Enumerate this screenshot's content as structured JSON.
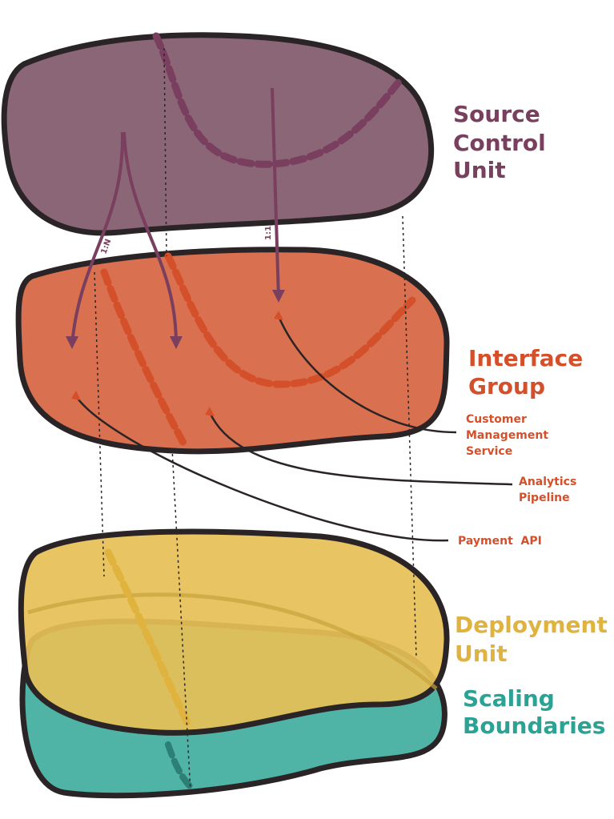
{
  "layers": {
    "source_control": {
      "title_lines": [
        "Source",
        "Control",
        "Unit"
      ],
      "color": "#7a3f5e",
      "fill": "#8a6677"
    },
    "interface_group": {
      "title_lines": [
        "Interface",
        "Group"
      ],
      "color": "#d4502b",
      "fill": "#d9704f"
    },
    "deployment_unit": {
      "title_lines": [
        "Deployment",
        "Unit"
      ],
      "color": "#e0b23e",
      "fill": "#e6bf57"
    },
    "scaling_boundaries": {
      "title_lines": [
        "Scaling",
        "Boundaries"
      ],
      "color": "#2aa394",
      "fill": "#4fb3a6"
    }
  },
  "relations": {
    "one_to_many": "1:N",
    "one_to_one": "1:1"
  },
  "callouts": {
    "customer_management": [
      "Customer",
      "Management",
      "Service"
    ],
    "analytics": [
      "Analytics",
      "Pipeline"
    ],
    "payment": "Payment  API"
  }
}
